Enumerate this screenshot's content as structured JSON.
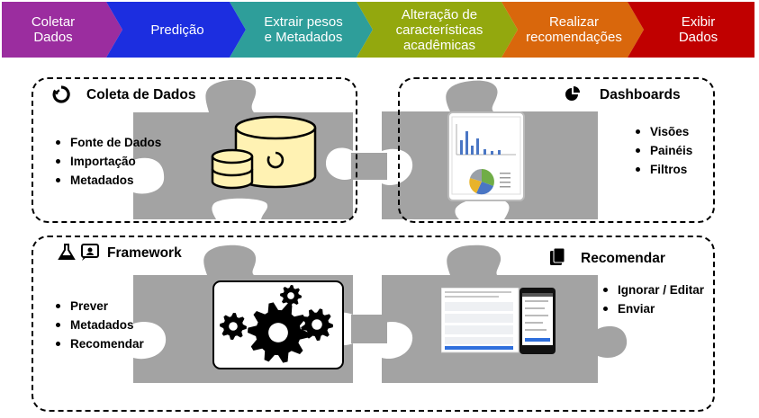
{
  "process": {
    "steps": [
      {
        "line1": "Coletar",
        "line2": "Dados",
        "line3": "",
        "color": "#9b2d9f"
      },
      {
        "line1": "Predição",
        "line2": "",
        "line3": "",
        "color": "#1c2ee0"
      },
      {
        "line1": "Extrair pesos",
        "line2": "e Metadados",
        "line3": "",
        "color": "#2e9e9a"
      },
      {
        "line1": "Alteração de",
        "line2": "características",
        "line3": "acadêmicas",
        "color": "#93a80e"
      },
      {
        "line1": "Realizar",
        "line2": "recomendações",
        "line3": "",
        "color": "#d9670c"
      },
      {
        "line1": "Exibir",
        "line2": "Dados",
        "line3": "",
        "color": "#c00000"
      }
    ]
  },
  "coleta": {
    "title": "Coleta de Dados",
    "items": [
      "Fonte de Dados",
      "Importação",
      "Metadados"
    ]
  },
  "dashboards": {
    "title": "Dashboards",
    "items": [
      "Visões",
      "Painéis",
      "Filtros"
    ]
  },
  "framework": {
    "title": "Framework",
    "items": [
      "Prever",
      "Metadados",
      "Recomendar"
    ]
  },
  "recomendar": {
    "title": "Recomendar",
    "items": [
      "Ignorar / Editar",
      "Enviar"
    ]
  },
  "colors": {
    "puzzle": "#a3a3a3",
    "db_fill": "#fff2b3",
    "pie": [
      "#4a76c4",
      "#e56b2e",
      "#9aa0a8",
      "#e8b32a",
      "#5a9bd5",
      "#70ad47"
    ]
  }
}
